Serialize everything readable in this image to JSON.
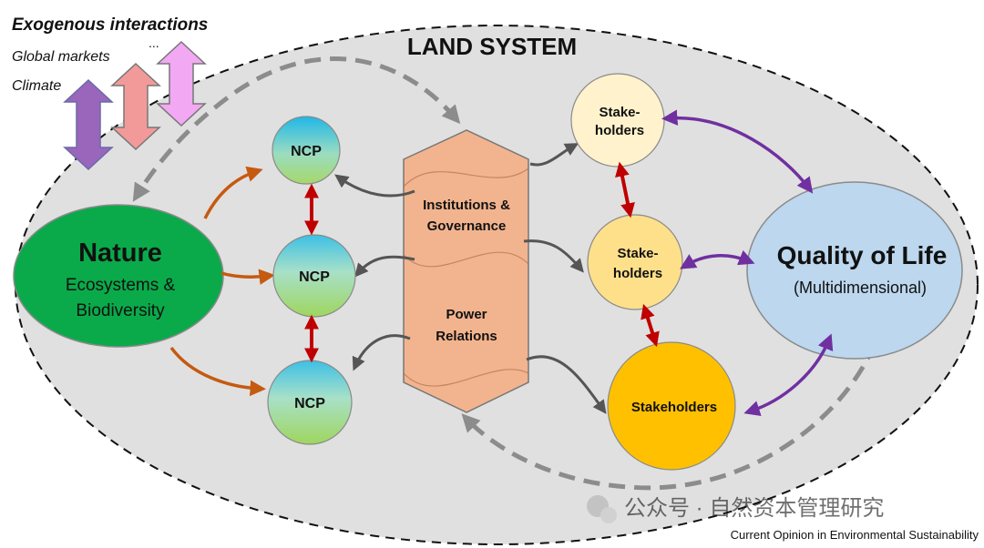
{
  "title": "LAND SYSTEM",
  "exogenous": {
    "heading": "Exogenous interactions",
    "items": [
      "Global markets",
      "Climate"
    ],
    "ellipsis": "..."
  },
  "nature": {
    "title": "Nature",
    "subtitle_line1": "Ecosystems &",
    "subtitle_line2": "Biodiversity"
  },
  "ncp": [
    "NCP",
    "NCP",
    "NCP"
  ],
  "institutions": {
    "line1": "Institutions &",
    "line2": "Governance",
    "power_line1": "Power",
    "power_line2": "Relations"
  },
  "stakeholders": {
    "top_line1": "Stake-",
    "top_line2": "holders",
    "mid_line1": "Stake-",
    "mid_line2": "holders",
    "bottom": "Stakeholders"
  },
  "quality": {
    "title": "Quality of Life",
    "subtitle": "(Multidimensional)"
  },
  "watermark": "公众号 · 自然资本管理研究",
  "source": "Current Opinion in Environmental Sustainability",
  "colors": {
    "nature": "#0aaa4a",
    "stake_light": "#fff2cc",
    "stake_mid": "#ffe08a",
    "stake_dark": "#ffc000",
    "quality": "#bcd7ee",
    "hexagon": "#f2b48e",
    "land": "#e0e0e0",
    "red_arrow": "#c00000",
    "purple_arrow": "#7030a0",
    "orange_arrow": "#c55a11",
    "gray_arrow": "#555555"
  }
}
